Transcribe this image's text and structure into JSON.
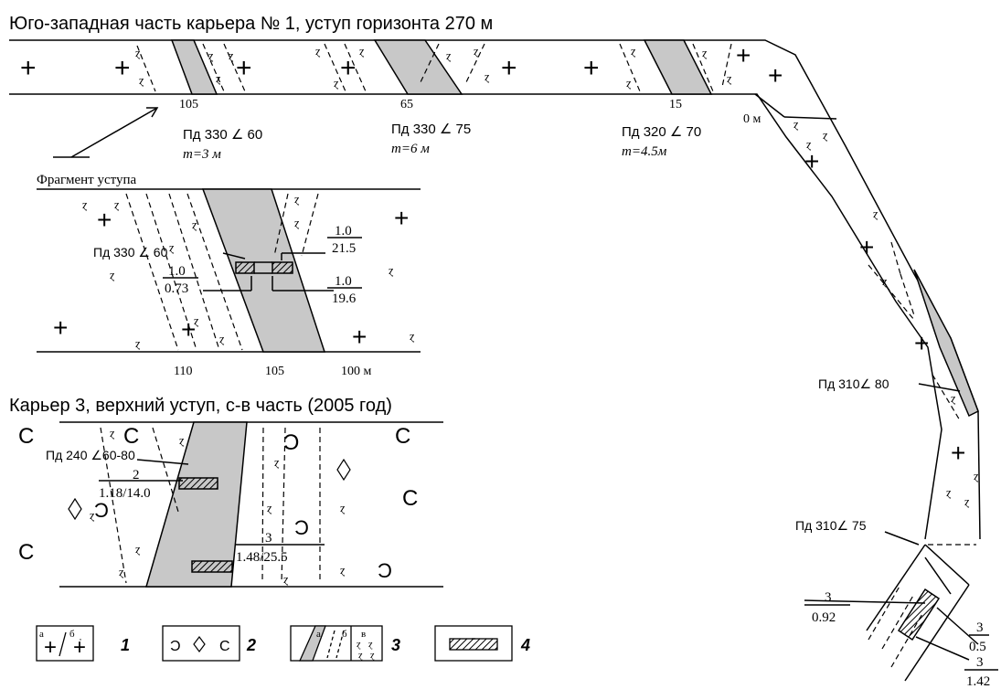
{
  "colors": {
    "ink": "#000000",
    "fill": "#c8c8c8",
    "paper": "#ffffff"
  },
  "title_top": "Юго-западная часть карьера № 1, уступ горизонта 270 м",
  "top_section": {
    "stations": [
      "105",
      "65",
      "15",
      "0 м"
    ],
    "zones": [
      {
        "strike": "Пд 330 ∠ 60",
        "thickness": "m=3 м"
      },
      {
        "strike": "Пд 330 ∠ 75",
        "thickness": "m=6 м"
      },
      {
        "strike": "Пд 320 ∠ 70",
        "thickness": "m=4.5м"
      }
    ]
  },
  "fragment": {
    "title": "Фрагмент уступа",
    "strike": "Пд 330 ∠ 60",
    "samples": [
      {
        "num": "1.0",
        "den": "21.5"
      },
      {
        "num": "1.0",
        "den": "0.73"
      },
      {
        "num": "1.0",
        "den": "19.6"
      }
    ],
    "ticks": [
      "110",
      "105",
      "100 м"
    ]
  },
  "title_karier3": "Карьер 3, верхний уступ, с-в часть (2005 год)",
  "karier3": {
    "strike": "Пд 240 ∠60-80",
    "samples": [
      {
        "num": "2",
        "den": "1.18/14.0"
      },
      {
        "num": "3",
        "den": "1.48/25.5"
      }
    ]
  },
  "right_zone": {
    "strikes": [
      "Пд 310∠ 80",
      "Пд 310∠ 75"
    ],
    "samples": [
      {
        "num": "3",
        "den": "0.92"
      },
      {
        "num": "3",
        "den": "0.5"
      },
      {
        "num": "3",
        "den": "1.42"
      }
    ]
  },
  "legend": [
    {
      "num": "1",
      "sub_a": "а",
      "sub_b": "б"
    },
    {
      "num": "2"
    },
    {
      "num": "3",
      "sub_a": "а",
      "sub_b": "б",
      "sub_c": "в"
    },
    {
      "num": "4"
    }
  ]
}
